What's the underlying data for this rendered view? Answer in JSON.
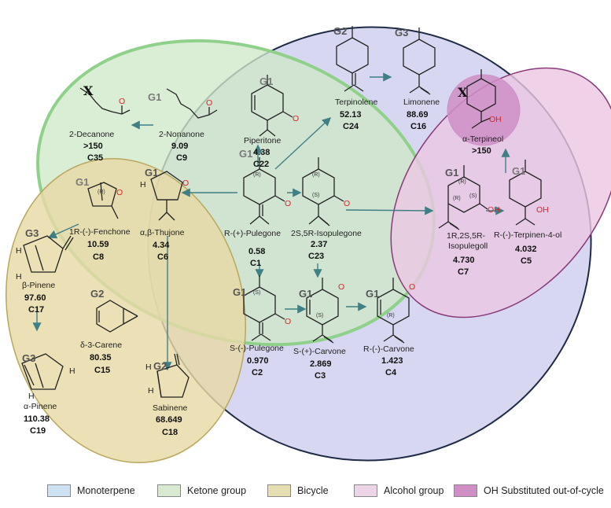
{
  "compounds": [
    {
      "id": "C1",
      "name": "R-(+)-Pulegone",
      "value": "0.58",
      "group": "G1"
    },
    {
      "id": "C2",
      "name": "S-(-)-Pulegone",
      "value": "0.970",
      "group": "G1"
    },
    {
      "id": "C3",
      "name": "S-(+)-Carvone",
      "value": "2.869",
      "group": "G1"
    },
    {
      "id": "C4",
      "name": "R-(-)-Carvone",
      "value": "1.423",
      "group": "G1"
    },
    {
      "id": "C5",
      "name": "R-(-)-Terpinen-4-ol",
      "value": "4.032",
      "group": "G1"
    },
    {
      "id": "C6",
      "name": "α,β-Thujone",
      "value": "4.34",
      "group": "G1"
    },
    {
      "id": "C7",
      "name": "1R,2S,5R-",
      "name2": "Isopulegoll",
      "value": "4.730",
      "group": "G1"
    },
    {
      "id": "C8",
      "name": "1R-(-)-Fenchone",
      "value": "10.59",
      "group": "G1"
    },
    {
      "id": "C9",
      "name": "2-Nonanone",
      "value": "9.09",
      "group": "G1"
    },
    {
      "id": "C15",
      "name": "δ-3-Carene",
      "value": "80.35",
      "group": "G2"
    },
    {
      "id": "C16",
      "name": "Limonene",
      "value": "88.69",
      "group": "G3"
    },
    {
      "id": "C17",
      "name": "β-Pinene",
      "value": "97.60",
      "group": "G3"
    },
    {
      "id": "C18",
      "name": "Sabinene",
      "value": "68.649",
      "group": "G2"
    },
    {
      "id": "C19",
      "name": "α-Pinene",
      "value": "110.38",
      "group": "G3"
    },
    {
      "id": "C22",
      "name": "Piperitone",
      "value": "4.38",
      "group": "G1"
    },
    {
      "id": "C23",
      "name": "2S,5R-Isopulegone",
      "value": "2.37",
      "group": ""
    },
    {
      "id": "C24",
      "name": "Terpinolene",
      "value": "52.13",
      "group": "G2"
    },
    {
      "id": "C35",
      "name": "2-Decanone",
      "value": ">150",
      "group": "X"
    },
    {
      "id": "",
      "name": "α-Terpineol",
      "value": ">150",
      "group": "X"
    }
  ],
  "stereo_labels": {
    "r": "(R)",
    "s": "(S)"
  },
  "atom_labels": {
    "oxygen": "O",
    "hydroxyl": "OH",
    "hydrogen": "H"
  },
  "legend": [
    {
      "label": "Monoterpene",
      "color": "#cfe2f3"
    },
    {
      "label": "Ketone group",
      "color": "#d9ead3"
    },
    {
      "label": "Bicycle",
      "color": "#e6ddb0"
    },
    {
      "label": "Alcohol group",
      "color": "#ecd5e6"
    },
    {
      "label": "OH Substituted out-of-cycle",
      "color": "#cf8fc6"
    }
  ],
  "colors": {
    "monoterpene_fill": "#c9c9ee",
    "monoterpene_stroke": "#1f2a44",
    "ketone_fill": "#cfe8c9",
    "ketone_stroke": "#8fd18a",
    "bicycle_fill": "#e6d9a6",
    "bicycle_stroke": "#b8a75c",
    "alcohol_fill": "#ebc7e2",
    "alcohol_stroke": "#8a3a7a",
    "oh_fill": "#cf8fc6",
    "arrow": "#3f7f86",
    "heteroatom": "#d62728"
  }
}
